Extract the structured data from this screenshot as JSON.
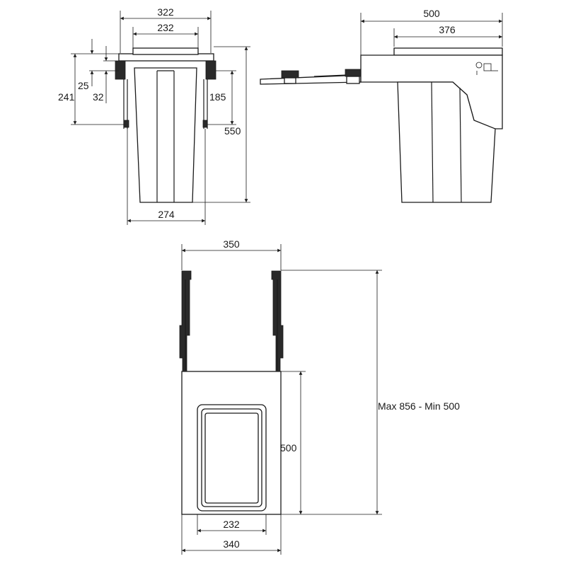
{
  "front_view": {
    "dim_top_width": "322",
    "dim_inner_width": "232",
    "dim_base_width": "274",
    "dim_left_241": "241",
    "dim_left_25": "25",
    "dim_left_32": "32",
    "dim_right_185": "185",
    "dim_right_550": "550"
  },
  "side_view": {
    "dim_total_depth": "500",
    "dim_lid_depth": "376"
  },
  "top_view": {
    "dim_frame_width": "350",
    "dim_front_height": "500",
    "dim_extension": "Max 856 - Min 500",
    "dim_handle_width": "232",
    "dim_front_width": "340"
  },
  "colors": {
    "line": "#1a1a1a",
    "background": "#ffffff"
  }
}
